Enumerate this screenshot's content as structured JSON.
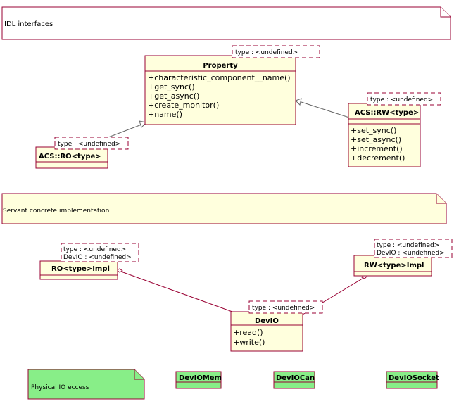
{
  "notes": {
    "idl": "IDL interfaces",
    "servant": "Servant concrete implementation",
    "physical": "Physical IO eccess"
  },
  "classes": {
    "property": {
      "name": "Property",
      "tparam": "type : <undefined>",
      "ops": [
        "+characteristic_component__name()",
        "+get_sync()",
        "+get_async()",
        "+create_monitor()",
        "+name()"
      ]
    },
    "acs_ro": {
      "name": "ACS::RO<type>",
      "tparam": "type : <undefined>"
    },
    "acs_rw": {
      "name": "ACS::RW<type>",
      "tparam": "type : <undefined>",
      "ops": [
        "+set_sync()",
        "+set_async()",
        "+increment()",
        "+decrement()"
      ]
    },
    "ro_impl": {
      "name": "RO<type>Impl",
      "tparams": [
        "type : <undefined>",
        "DevIO : <undefined>"
      ]
    },
    "rw_impl": {
      "name": "RW<type>Impl",
      "tparams": [
        "type : <undefined>",
        "DevIO : <undefined>"
      ]
    },
    "devio": {
      "name": "DevIO",
      "tparam": "type : <undefined>",
      "ops": [
        "+read()",
        "+write()"
      ]
    },
    "devio_mem": {
      "name": "DevIOMem"
    },
    "devio_can": {
      "name": "DevIOCan"
    },
    "devio_socket": {
      "name": "DevIOSocket"
    }
  }
}
